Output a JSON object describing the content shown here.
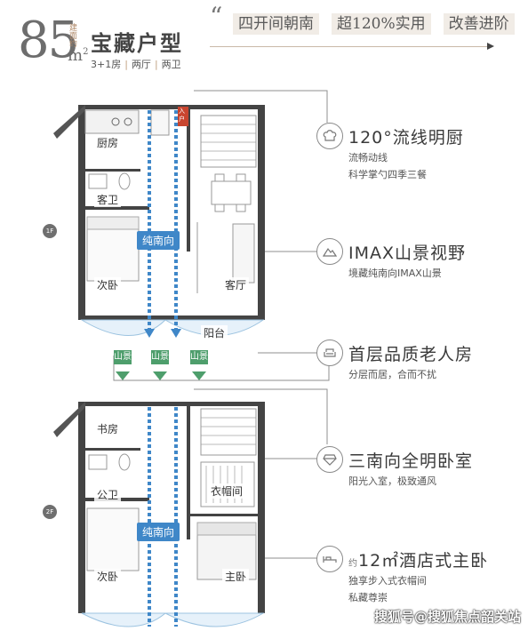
{
  "header": {
    "area_number": "85",
    "area_tag": "建面约",
    "area_unit": "m",
    "area_unit_sup": "2",
    "title": "宝藏户型",
    "subtitle_parts": [
      "3+1房",
      "两厅",
      "两卫"
    ],
    "quote_mark": "“",
    "slogans": [
      "四开间朝南",
      "超120%实用",
      "改善进阶"
    ]
  },
  "floors": [
    {
      "badge": "1F",
      "rooms": {
        "kitchen": "厨房",
        "guest_bath": "客卫",
        "bedroom": "次卧",
        "living": "客厅",
        "balcony": "阳台"
      },
      "south_label": "纯南向",
      "entry_label": "入户",
      "mountain_labels": [
        "山景",
        "山景",
        "山景"
      ]
    },
    {
      "badge": "2F",
      "rooms": {
        "study": "书房",
        "public_bath": "公卫",
        "bedroom": "次卧",
        "cloakroom": "衣帽间",
        "master": "主卧"
      },
      "south_label": "纯南向"
    }
  ],
  "features": [
    {
      "icon": "chef-hat-icon",
      "title": "120°流线明厨",
      "desc": [
        "流畅动线",
        "科学掌勺四季三餐"
      ]
    },
    {
      "icon": "mountain-icon",
      "title": "IMAX山景视野",
      "desc": [
        "境藏纯南向IMAX山景"
      ]
    },
    {
      "icon": "sofa-icon",
      "title": "首层品质老人房",
      "desc": [
        "分层而居，合而不扰"
      ]
    },
    {
      "icon": "diamond-icon",
      "title": "三南向全明卧室",
      "desc": [
        "阳光入室，极致通风"
      ]
    },
    {
      "icon": "bed-icon",
      "title": "12㎡酒店式主卧",
      "title_prefix": "约",
      "desc": [
        "独享步入式衣帽间",
        "私藏尊崇"
      ]
    }
  ],
  "watermark": "搜狐号@搜狐焦点韶关站",
  "colors": {
    "blue": "#3f87c8",
    "green": "#4e9e6c",
    "accent": "#b08a6a",
    "line": "#c9b9a8"
  }
}
